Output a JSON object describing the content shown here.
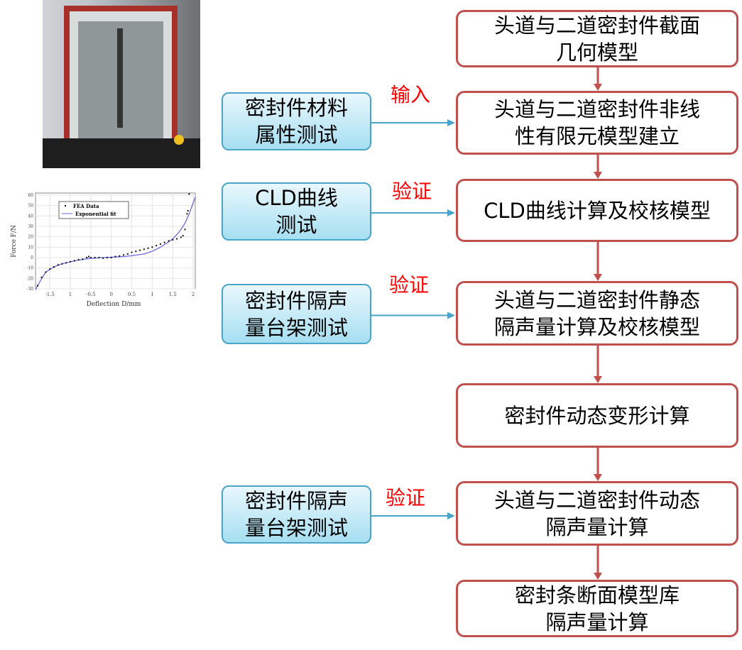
{
  "flow_steps": [
    {
      "line1": "头道与二道密封件截面",
      "line2": "几何模型"
    },
    {
      "line1": "头道与二道密封件非线",
      "line2": "性有限元模型建立"
    },
    {
      "line1": "CLD曲线计算及校核模型",
      "line2": ""
    },
    {
      "line1": "头道与二道密封件静态",
      "line2": "隔声量计算及校核模型"
    },
    {
      "line1": "密封件动态变形计算",
      "line2": ""
    },
    {
      "line1": "头道与二道密封件动态",
      "line2": "隔声量计算"
    },
    {
      "line1": "密封条断面模型库",
      "line2": "隔声量计算"
    }
  ],
  "tests": [
    {
      "line1": "密封件材料",
      "line2": "属性测试",
      "relation": "输入"
    },
    {
      "line1": "CLD曲线",
      "line2": "测试",
      "relation": "验证"
    },
    {
      "line1": "密封件隔声",
      "line2": "量台架测试",
      "relation": "验证"
    },
    {
      "line1": "密封件隔声",
      "line2": "量台架测试",
      "relation": "验证"
    }
  ],
  "colors": {
    "flow_border": "#c0504d",
    "test_border": "#4aa3c8",
    "relation": "#ff0000",
    "fit": "#6a6ae0"
  },
  "chart_data": {
    "type": "scatter",
    "xlabel": "Deflection D/mm",
    "ylabel": "Force F/N",
    "xlim": [
      -1.85,
      2.05
    ],
    "ylim": [
      -30,
      62
    ],
    "xticks": [
      -1.5,
      -1,
      -0.5,
      0,
      0.5,
      1,
      1.5,
      2
    ],
    "xtick_labels": [
      "-1.5",
      "1",
      "-0.5",
      "0",
      "0.5",
      "1",
      "1.5",
      "2"
    ],
    "yticks": [
      60,
      50,
      40,
      30,
      20,
      10,
      0,
      -10,
      -20,
      -30
    ],
    "legend": "top-left",
    "series": [
      {
        "name": "FEA Data",
        "type": "scatter",
        "x": [
          -1.8,
          -1.7,
          -1.6,
          -1.5,
          -1.4,
          -1.3,
          -1.2,
          -1.1,
          -1,
          -0.9,
          -0.8,
          -0.7,
          -0.6,
          -0.55,
          -0.5,
          -0.4,
          -0.3,
          -0.2,
          -0.1,
          0,
          0.1,
          0.2,
          0.3,
          0.4,
          0.5,
          0.6,
          0.7,
          0.8,
          0.9,
          1,
          1.1,
          1.2,
          1.3,
          1.4,
          1.5,
          1.6,
          1.7,
          1.75,
          1.8,
          1.85,
          1.87,
          1.9
        ],
        "y": [
          -27,
          -19,
          -14,
          -11,
          -9,
          -7,
          -6,
          -5,
          -4,
          -3,
          -2,
          -1.5,
          0,
          1,
          0,
          0,
          0,
          -0.5,
          0,
          0,
          1,
          1.5,
          2.5,
          3.5,
          5,
          6,
          7,
          8,
          9,
          10,
          11.5,
          13,
          14.5,
          16,
          17,
          18,
          19.5,
          21,
          27,
          42,
          45,
          61
        ]
      },
      {
        "name": "Exponential fit",
        "type": "line",
        "x": [
          -1.85,
          -1.7,
          -1.6,
          -1.4,
          -1.2,
          -1,
          -0.8,
          -0.6,
          -0.4,
          -0.2,
          0,
          0.3,
          0.5,
          0.8,
          1,
          1.2,
          1.4,
          1.5,
          1.6,
          1.7,
          1.8,
          1.9,
          2.05
        ],
        "y": [
          -31,
          -20,
          -14,
          -9,
          -6,
          -4,
          -2.5,
          -1.2,
          -0.5,
          0,
          0.3,
          1,
          1.8,
          3.5,
          6,
          10,
          15,
          18,
          22,
          27,
          33,
          42,
          58
        ]
      }
    ]
  }
}
